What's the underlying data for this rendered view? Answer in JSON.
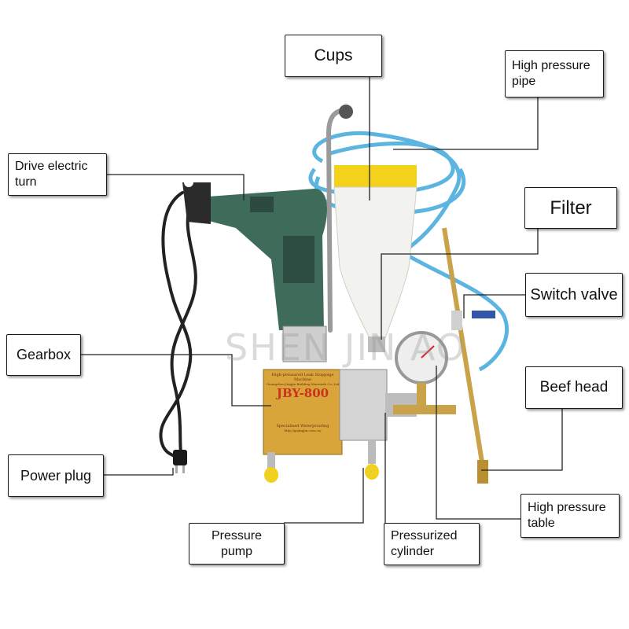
{
  "labels": {
    "cups": "Cups",
    "high_pressure_pipe": "High pressure pipe",
    "drive_electric_turn": "Drive electric turn",
    "filter": "Filter",
    "switch_valve": "Switch valve",
    "gearbox": "Gearbox",
    "beef_head": "Beef head",
    "power_plug": "Power plug",
    "high_pressure_table": "High pressure table",
    "pressure_pump": "Pressure pump",
    "pressurized_cylinder": "Pressurized cylinder"
  },
  "machine": {
    "model": "JBY-800",
    "plate_line1": "High-pressured Leak Stoppage Machine",
    "plate_company": "Guangzhou Jingjin Building Materials Co.,Ltd",
    "plate_line2": "Specialised Waterproofing",
    "plate_url": "http://gzjingjin.com.cn/"
  },
  "watermark": "SHEN JIN AO",
  "colors": {
    "drill_body": "#3f6b5a",
    "cup": "#f2f2ee",
    "cup_lid": "#f4d21a",
    "hose": "#5bb5e0",
    "brass": "#c9a24a",
    "plate": "#d9a53a",
    "foot_cap": "#f0d020"
  }
}
